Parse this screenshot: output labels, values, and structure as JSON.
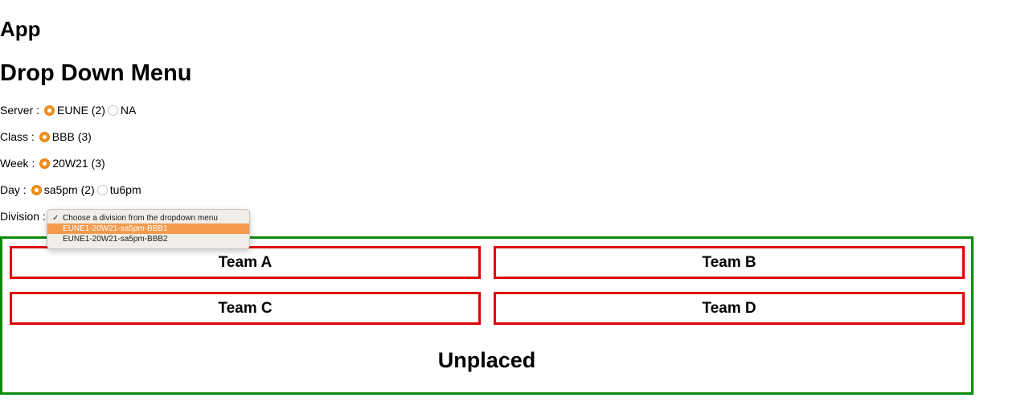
{
  "app_title": "App",
  "menu_title": "Drop Down Menu",
  "filters": {
    "server": {
      "label": "Server :",
      "options": [
        {
          "label": "EUNE (2)",
          "selected": true
        },
        {
          "label": "NA",
          "selected": false
        }
      ]
    },
    "class": {
      "label": "Class :",
      "options": [
        {
          "label": "BBB (3)",
          "selected": true
        }
      ]
    },
    "week": {
      "label": "Week :",
      "options": [
        {
          "label": "20W21 (3)",
          "selected": true
        }
      ]
    },
    "day": {
      "label": "Day :",
      "options": [
        {
          "label": "sa5pm (2)",
          "selected": true
        },
        {
          "label": "tu6pm",
          "selected": false
        }
      ]
    },
    "division": {
      "label": "Division :",
      "dropdown": {
        "check_glyph": "✓",
        "options": [
          {
            "label": "Choose a division from the dropdown menu",
            "checked": true,
            "highlighted": false
          },
          {
            "label": "EUNE1-20W21-sa5pm-BBB1",
            "checked": false,
            "highlighted": true
          },
          {
            "label": "EUNE1-20W21-sa5pm-BBB2",
            "checked": false,
            "highlighted": false
          }
        ]
      }
    }
  },
  "teams": {
    "a": "Team A",
    "b": "Team B",
    "c": "Team C",
    "d": "Team D"
  },
  "unplaced_label": "Unplaced",
  "colors": {
    "accent_radio": "#f0901e",
    "dropdown_highlight": "#f39a4d",
    "board_border": "#0a8a0a",
    "team_border": "#e00000"
  }
}
